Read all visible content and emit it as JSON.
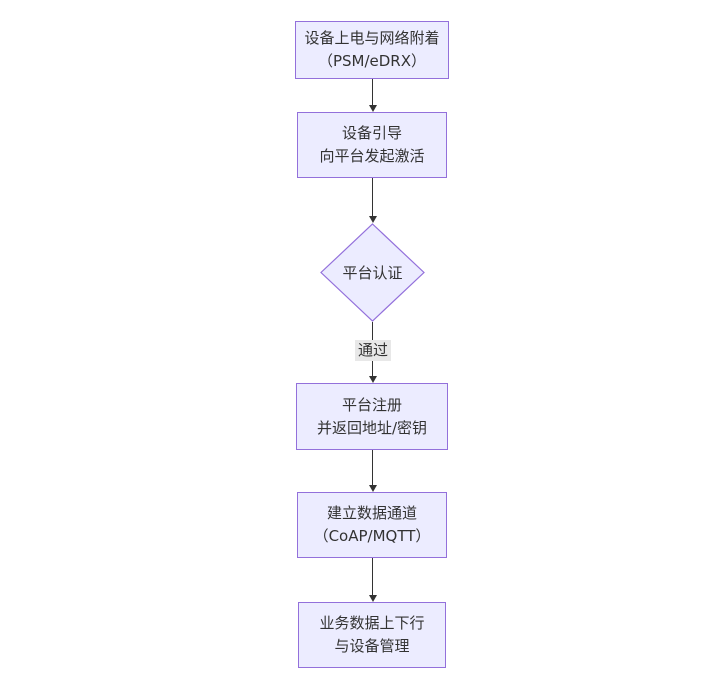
{
  "flow": {
    "nodes": [
      {
        "shape": "rect",
        "lines": [
          "设备上电与网络附着",
          "（PSM/eDRX）"
        ]
      },
      {
        "shape": "rect",
        "lines": [
          "设备引导",
          "向平台发起激活"
        ]
      },
      {
        "shape": "diamond",
        "lines": [
          "平台认证"
        ]
      },
      {
        "shape": "rect",
        "lines": [
          "平台注册",
          "并返回地址/密钥"
        ]
      },
      {
        "shape": "rect",
        "lines": [
          "建立数据通道",
          "（CoAP/MQTT）"
        ]
      },
      {
        "shape": "rect",
        "lines": [
          "业务数据上下行",
          "与设备管理"
        ]
      }
    ],
    "edges": [
      {
        "from": 0,
        "to": 1
      },
      {
        "from": 1,
        "to": 2
      },
      {
        "from": 2,
        "to": 3,
        "label": "通过"
      },
      {
        "from": 3,
        "to": 4
      },
      {
        "from": 4,
        "to": 5
      }
    ],
    "colors": {
      "node_fill": "#ECECFF",
      "node_border": "#9370DB",
      "text": "#333333",
      "arrow": "#333333",
      "edge_label_bg": "#e8e8e8"
    }
  }
}
